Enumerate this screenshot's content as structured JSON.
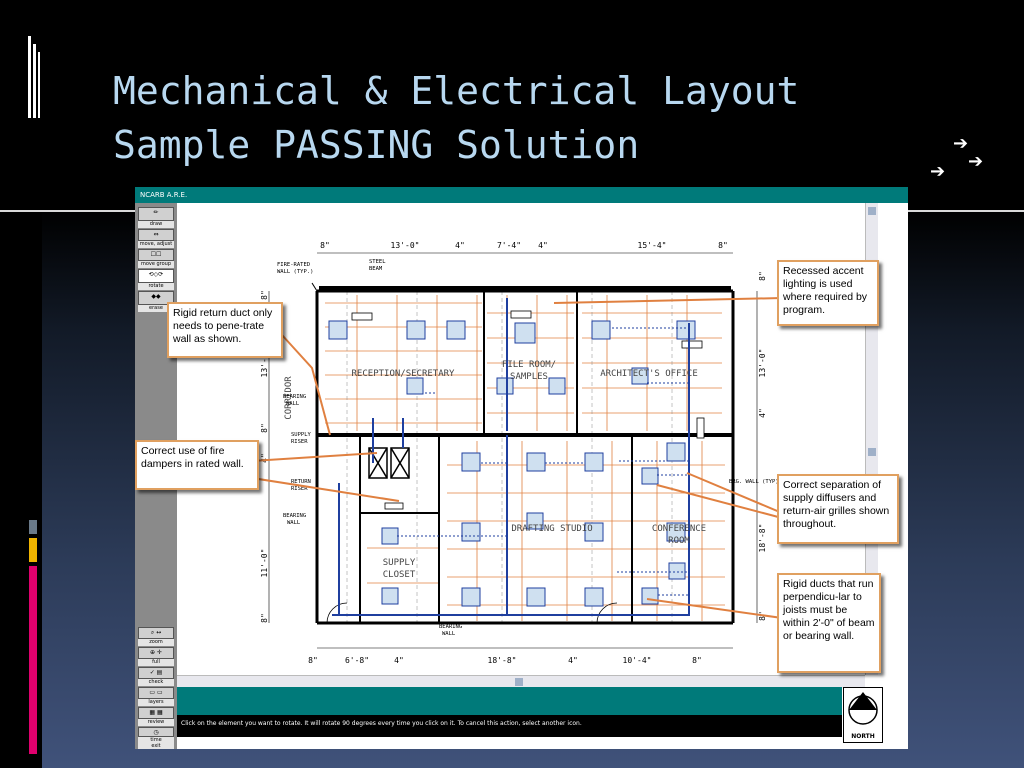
{
  "slide": {
    "title_line1": "Mechanical & Electrical Layout",
    "title_line2": "Sample PASSING Solution"
  },
  "app": {
    "title": "NCARB A.R.E.",
    "tools": {
      "draw_label": "draw",
      "move_adjust_label": "move, adjust",
      "move_group_label": "move group",
      "rotate_label": "rotate",
      "erase_label": "erase",
      "zoom_label": "zoom",
      "full_label": "full",
      "check_label": "check",
      "layers_label": "layers",
      "review_label": "review",
      "time_label": "time",
      "exit_label": "exit"
    },
    "status_text": "Click on the element you want to rotate.  It will rotate 90 degrees every time you click on it.  To cancel this action, select another icon.",
    "north_label": "NORTH"
  },
  "plan": {
    "rooms": {
      "reception": "RECEPTION/SECRETARY",
      "file_room_1": "FILE ROOM/",
      "file_room_2": "SAMPLES",
      "architect": "ARCHITECT'S OFFICE",
      "drafting": "DRAFTING STUDIO",
      "conference_1": "CONFERENCE",
      "conference_2": "ROOM",
      "supply_closet_1": "SUPPLY",
      "supply_closet_2": "CLOSET",
      "corridor": "CORRIDOR"
    },
    "labels": {
      "fire_rated_wall_1": "FIRE-RATED",
      "fire_rated_wall_2": "WALL (TYP.)",
      "steel_beam_1": "STEEL",
      "steel_beam_2": "BEAM",
      "bearing_wall_1a": "BEARING",
      "bearing_wall_1b": "WALL",
      "supply_riser_1": "SUPPLY",
      "supply_riser_2": "RISER",
      "return_riser_1": "RETURN",
      "return_riser_2": "RISER",
      "bearing_wall_2a": "BEARING",
      "bearing_wall_2b": "WALL",
      "bearing_wall_3a": "BEARING",
      "bearing_wall_3b": "WALL",
      "bearing_wall_right": "BRG. WALL (TYP)"
    },
    "dims_top": [
      "8\"",
      "13'-0\"",
      "4\"",
      "7'-4\"",
      "4\"",
      "15'-4\"",
      "8\""
    ],
    "dims_bottom": [
      "8\"",
      "6'-8\"",
      "4\"",
      "18'-8\"",
      "4\"",
      "10'-4\"",
      "8\""
    ],
    "dims_left": [
      "8\"",
      "13'-0\"",
      "8\"",
      "4\"",
      "11'-0\"",
      "8\""
    ],
    "dims_right": [
      "8\"",
      "13'-0\"",
      "4\"",
      "18'-8\"",
      "8\""
    ]
  },
  "callouts": {
    "rigid_return": "Rigid return duct only needs to pene-trate wall as shown.",
    "fire_dampers": "Correct use of fire dampers in rated wall.",
    "recessed_lighting": "Recessed accent lighting is used where required by program.",
    "separation": "Correct separation of supply diffusers and return-air grilles shown throughout.",
    "rigid_ducts": "Rigid ducts that run perpendicu-lar to joists must be within 2'-0\" of beam or bearing wall."
  },
  "colors": {
    "accent_pink": "#e0006e",
    "accent_yellow": "#f0b400",
    "accent_slate": "#3a5a7a",
    "teal": "#007a7a",
    "duct_blue": "#1f3f9f",
    "grid_orange": "#e08040",
    "callout_border": "#e0a060"
  }
}
